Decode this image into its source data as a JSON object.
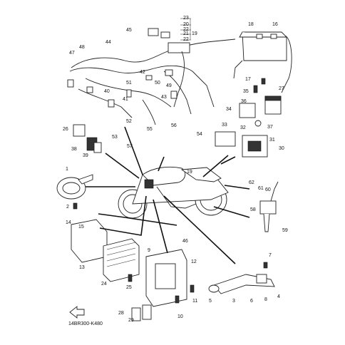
{
  "diagram_code": "14BR300-K480",
  "callouts": {
    "c1": "1",
    "c2": "2",
    "c3": "3",
    "c4": "4",
    "c5": "5",
    "c6": "6",
    "c7": "7",
    "c8": "8",
    "c9": "9",
    "c10": "10",
    "c11": "11",
    "c12": "12",
    "c13": "13",
    "c14": "14",
    "c15": "15",
    "c16": "16",
    "c17": "17",
    "c18": "18",
    "c19": "19",
    "c19b": "19",
    "c20": "20",
    "c21": "21",
    "c22a": "22",
    "c22b": "22",
    "c23": "23",
    "c24": "24",
    "c25": "25",
    "c26": "26",
    "c27": "27",
    "c28": "28",
    "c29": "29",
    "c30": "30",
    "c31": "31",
    "c32": "32",
    "c33": "33",
    "c34": "34",
    "c35": "35",
    "c36": "36",
    "c37": "37",
    "c38": "38",
    "c39": "39",
    "c40": "40",
    "c41": "41",
    "c42": "42",
    "c43": "43",
    "c44": "44",
    "c45": "45",
    "c46": "46",
    "c47": "47",
    "c48": "48",
    "c49": "49",
    "c50": "50",
    "c51": "51",
    "c52": "52",
    "c53": "53",
    "c54": "54",
    "c55": "55",
    "c56": "56",
    "c57": "57",
    "c58": "58",
    "c59": "59",
    "c60": "60",
    "c61": "61",
    "c62": "62"
  }
}
